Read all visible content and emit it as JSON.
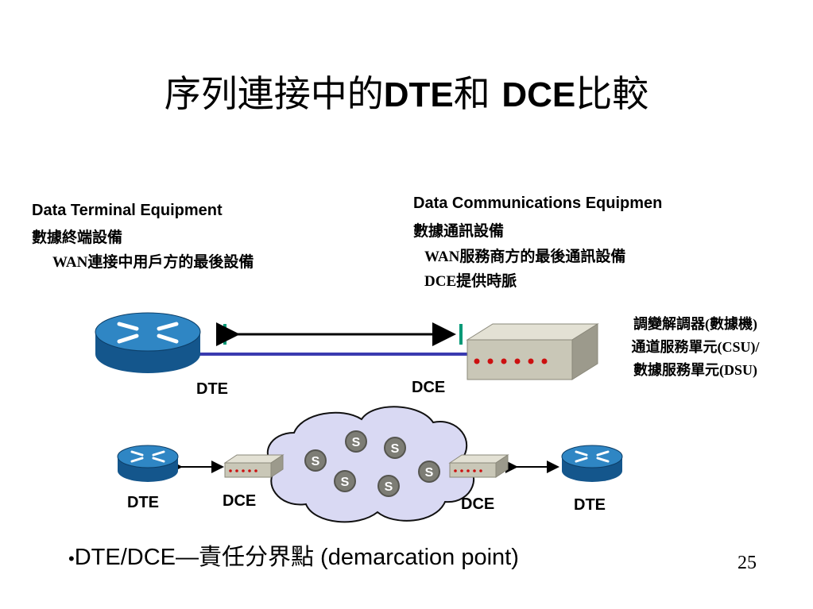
{
  "title": {
    "prefix": "序列連接中的",
    "dte": "DTE",
    "and": "和 ",
    "dce": "DCE",
    "suffix": "比較"
  },
  "dte_desc": {
    "en": "Data Terminal Equipment",
    "cn": "數據終端設備",
    "note": "WAN連接中用戶方的最後設備"
  },
  "dce_desc": {
    "en": "Data Communications Equipmen",
    "cn": "數據通訊設備",
    "note1": "WAN服務商方的最後通訊設備",
    "note2": "DCE提供時脈"
  },
  "modem_desc": {
    "line1": "調變解調器(數據機)",
    "line2": "通道服務單元(CSU)/",
    "line3": "數據服務單元(DSU)"
  },
  "top_labels": {
    "dte": "DTE",
    "dce": "DCE"
  },
  "bottom_labels": {
    "dte_left": "DTE",
    "dce_left": "DCE",
    "dce_right": "DCE",
    "dte_right": "DTE"
  },
  "switch_label": "S",
  "bullet": {
    "marker": "•",
    "text": "DTE/DCE—責任分界點 (demarcation point)"
  },
  "page_number": "25",
  "colors": {
    "router": "#2f86c4",
    "router_dark": "#14568c",
    "cloud": "#d9d9f3",
    "link": "#3a3ab0",
    "modem": "#c9c7b7",
    "modem_led": "#cc1010",
    "switch": "#7d7d75",
    "marker": "#009977"
  },
  "icons": [
    "router-icon",
    "modem-icon",
    "cloud-icon",
    "switch-icon",
    "double-arrow-icon"
  ]
}
